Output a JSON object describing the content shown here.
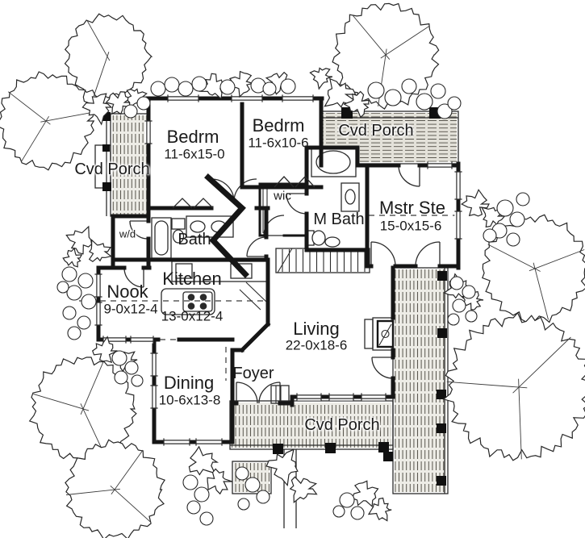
{
  "rooms": {
    "bedroom1": {
      "name": "Bedrm",
      "dims": "11-6x15-0"
    },
    "bedroom2": {
      "name": "Bedrm",
      "dims": "11-6x10-6"
    },
    "master_suite": {
      "name": "Mstr Ste",
      "dims": "15-0x15-6"
    },
    "master_bath": {
      "name": "M Bath"
    },
    "walk_in_closet": {
      "name": "wic"
    },
    "bath": {
      "name": "Bath"
    },
    "utility": {
      "name": "w/d"
    },
    "nook": {
      "name": "Nook",
      "dims": "9-0x12-4"
    },
    "kitchen": {
      "name": "Kitchen",
      "dims": "13-0x12-4"
    },
    "living": {
      "name": "Living",
      "dims": "22-0x18-6"
    },
    "dining": {
      "name": "Dining",
      "dims": "10-6x13-8"
    },
    "foyer": {
      "name": "Foyer"
    }
  },
  "porches": {
    "left": {
      "label": "Cvd Porch"
    },
    "top_right": {
      "label": "Cvd Porch"
    },
    "bottom": {
      "label": "Cvd Porch"
    }
  },
  "colors": {
    "ink": "#1a1a1a",
    "paper": "#ffffff",
    "deck_fill_vertical": "#edece6",
    "deck_fill_horizontal": "#e3e1d9",
    "deck_line": "#55524a"
  }
}
